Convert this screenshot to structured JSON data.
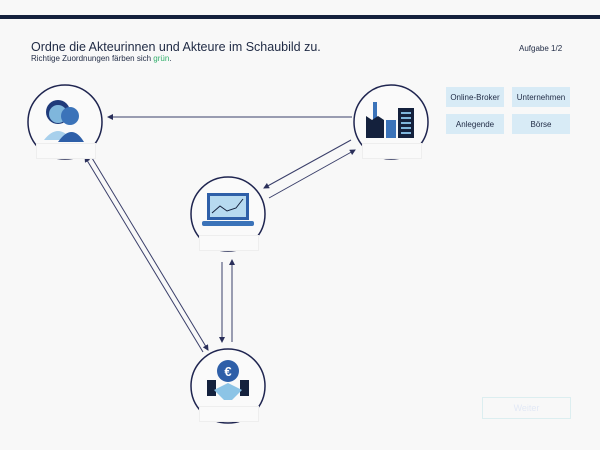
{
  "header": {
    "title": "Ordne die Akteurinnen und Akteure im Schaubild zu.",
    "subtitle_prefix": "Richtige Zuordnungen färben sich ",
    "subtitle_highlight": "grün",
    "subtitle_suffix": ".",
    "task": "Aufgabe 1/2"
  },
  "chips": [
    "Online-Broker",
    "Unternehmen",
    "Anlegende",
    "Börse"
  ],
  "next_label": "Weiter",
  "colors": {
    "accent": "#14213d",
    "chip": "#d8ebf6",
    "green": "#2fae6a"
  }
}
